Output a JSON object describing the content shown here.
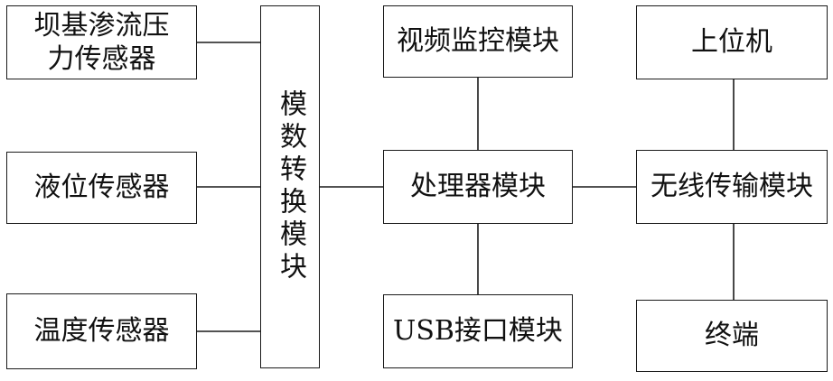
{
  "boxes": {
    "dam_seepage_sensor": "坝基渗流压力传感器",
    "level_sensor": "液位传感器",
    "temperature_sensor": "温度传感器",
    "adc_module": "模数转换模块",
    "video_module": "视频监控模块",
    "processor_module": "处理器模块",
    "usb_module": "USB接口模块",
    "host_computer": "上位机",
    "wireless_module": "无线传输模块",
    "terminal": "终端"
  },
  "text_color": "#111111",
  "line_color": "#1a1a1a"
}
